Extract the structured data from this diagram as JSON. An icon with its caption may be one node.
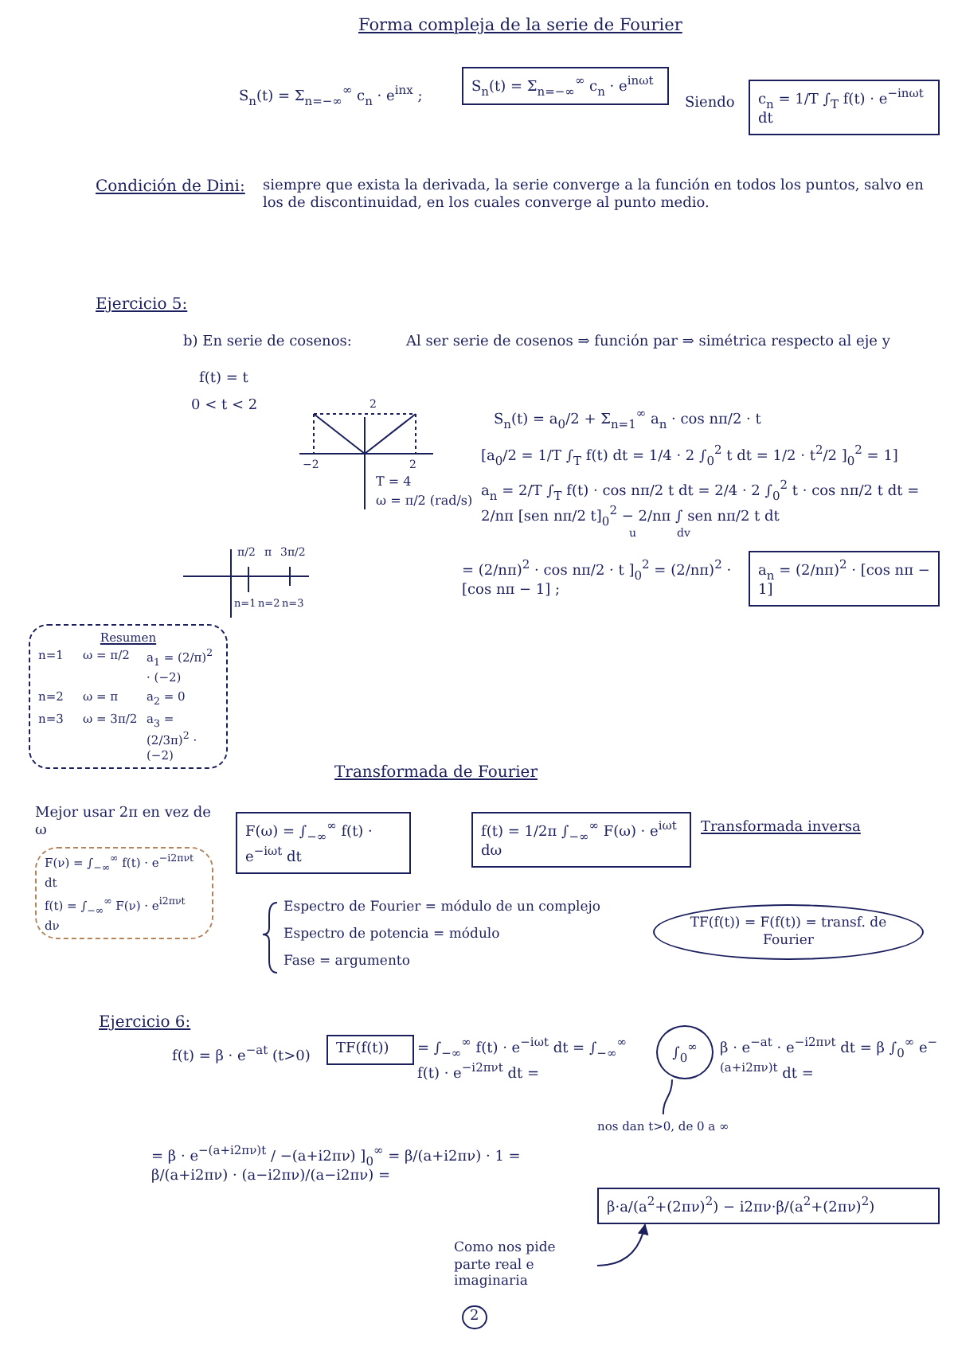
{
  "diagram": {
    "title": "Forma compleja de la serie de Fourier",
    "nodes": [
      {
        "text": [
          "S$_{n}$(t) = Σ$_{n=−∞}$$^{∞}$ c$_{n}$ · e$^{inωt}$"
        ]
      },
      {
        "text": [
          "c$_{n}$ = 1/T ∫$_{T}$ f(t) · e$^{−inωt}$ dt"
        ]
      },
      {
        "text": [
          "a$_{n}$ = (2/nπ)$^{2}$ · [cos nπ − 1]"
        ]
      },
      {
        "text": [
          "Resumen",
          "n=1",
          "ω = π/2",
          "a$_{1}$ = (2/π)$^{2}$ · (−2)",
          "n=2",
          "ω = π",
          "a$_{2}$ = 0",
          "n=3",
          "ω = 3π/2",
          "a$_{3}$ = (2/3π)$^{2}$ · (−2)"
        ]
      },
      {
        "text": [
          "F(ν) = ∫$_{−∞}$$^{∞}$ f(t) · e$^{−i2πνt}$ dt",
          "f(t) = ∫$_{−∞}$$^{∞}$ F(ν) · e$^{i2πνt}$ dν"
        ]
      },
      {
        "text": [
          "F(ω) = ∫$_{−∞}$$^{∞}$ f(t) · e$^{−iωt}$ dt"
        ]
      },
      {
        "text": [
          "f(t) = 1/2π ∫$_{−∞}$$^{∞}$ F(ω) · e$^{iωt}$ dω"
        ]
      },
      {
        "text": [
          "TF(f(t)) = F(f(t)) = transf. de Fourier"
        ]
      },
      {
        "text": [
          "TF(f(t))"
        ]
      },
      {
        "text": [
          "∫$_{0}$$^{∞}$"
        ]
      },
      {
        "text": [
          "nos dan t>0, de 0 a ∞"
        ]
      },
      {
        "text": [
          "β·a/(a$^{2}$+(2πν)$^{2}$) − i2πν·β/(a$^{2}$+(2πν)$^{2}$)"
        ]
      },
      {
        "text": [
          "Como nos pide parte real e imaginaria"
        ]
      },
      {
        "text": [
          "2"
        ]
      }
    ],
    "edges": [
      {
        "from": 10,
        "to": 9,
        "arrow": "none"
      },
      {
        "from": 12,
        "to": 11,
        "arrow": "to"
      }
    ],
    "labels": [
      "S$_{n}$(t) = Σ$_{n=−∞}$$^{∞}$ c$_{n}$ · e$^{inx}$ ;",
      "Siendo",
      "Condición de Dini:",
      "siempre que exista la derivada, la serie converge a la función en todos los puntos, salvo en los de discontinuidad, en los cuales converge al punto medio.",
      "Ejercicio 5:",
      "b) En serie de cosenos:",
      "Al ser serie de cosenos ⇒ función par ⇒ simétrica respecto al eje y",
      "f(t) = t",
      "0 < t < 2",
      "2",
      "−2",
      "2",
      "T = 4",
      "ω = π/2 (rad/s)",
      "S$_{n}$(t) = a$_{0}$/2 + Σ$_{n=1}$$^{∞}$ a$_{n}$ · cos nπ/2 · t",
      "[a$_{0}$/2 = 1/T ∫$_{T}$ f(t) dt = 1/4 · 2 ∫$_{0}$$^{2}$ t dt = 1/2 · t$^{2}$/2 ]$_{0}$$^{2}$ = 1]",
      "a$_{n}$ = 2/T ∫$_{T}$ f(t) · cos nπ/2 t dt = 2/4 · 2 ∫$_{0}$$^{2}$ t · cos nπ/2 t dt = 2/nπ [sen nπ/2 t]$_{0}$$^{2}$ − 2/nπ ∫ sen nπ/2 t dt",
      "u",
      "dv",
      "= (2/nπ)$^{2}$ · cos nπ/2 · t ]$_{0}$$^{2}$ = (2/nπ)$^{2}$ · [cos nπ − 1] ;",
      "π/2",
      "π",
      "3π/2",
      "n=1",
      "n=2",
      "n=3",
      "Transformada de Fourier",
      "Mejor usar 2π en vez de ω",
      "Transformada inversa",
      "Espectro de Fourier = módulo de un complejo",
      "Espectro de potencia = módulo",
      "Fase = argumento",
      "Ejercicio 6:",
      "f(t) = β · e$^{−at}$ (t>0)",
      "= ∫$_{−∞}$$^{∞}$ f(t) · e$^{−iωt}$ dt = ∫$_{−∞}$$^{∞}$ f(t) · e$^{−i2πνt}$ dt =",
      "β · e$^{−at}$ · e$^{−i2πνt}$ dt = β ∫$_{0}$$^{∞}$ e$^{−(a+i2πν)t}$ dt =",
      "= β · e$^{−(a+i2πν)t}$ / −(a+i2πν) ]$_{0}$$^{∞}$ = β/(a+i2πν) · 1 = β/(a+i2πν) · (a−i2πν)/(a−i2πν) ="
    ]
  }
}
